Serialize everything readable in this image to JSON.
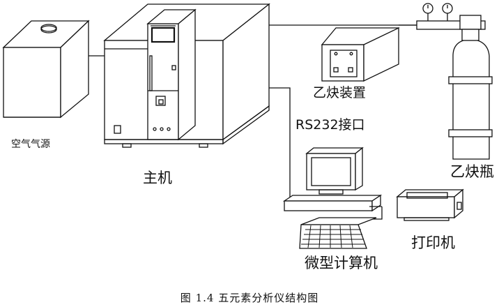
{
  "labels": {
    "air_source": "空气气源",
    "main_unit": "主机",
    "acetylene_device": "乙炔装置",
    "rs232": "RS232接口",
    "acetylene_bottle": "乙炔瓶",
    "computer": "微型计算机",
    "printer": "打印机"
  },
  "caption": "图 1.4   五元素分析仪结构图",
  "colors": {
    "stroke": "#111111",
    "background": "#ffffff"
  }
}
